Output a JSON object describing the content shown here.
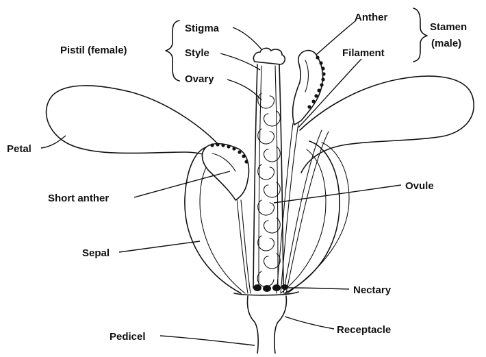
{
  "labels": {
    "stigma": "Stigma",
    "style": "Style",
    "ovary": "Ovary",
    "pistil": "Pistil (female)",
    "anther": "Anther",
    "filament": "Filament",
    "stamen_line1": "Stamen",
    "stamen_line2": "(male)",
    "petal": "Petal",
    "short_anther": "Short anther",
    "ovule": "Ovule",
    "sepal": "Sepal",
    "nectary": "Nectary",
    "receptacle": "Receptacle",
    "pedicel": "Pedicel"
  },
  "colors": {
    "ink": "#111111",
    "background": "#ffffff"
  }
}
